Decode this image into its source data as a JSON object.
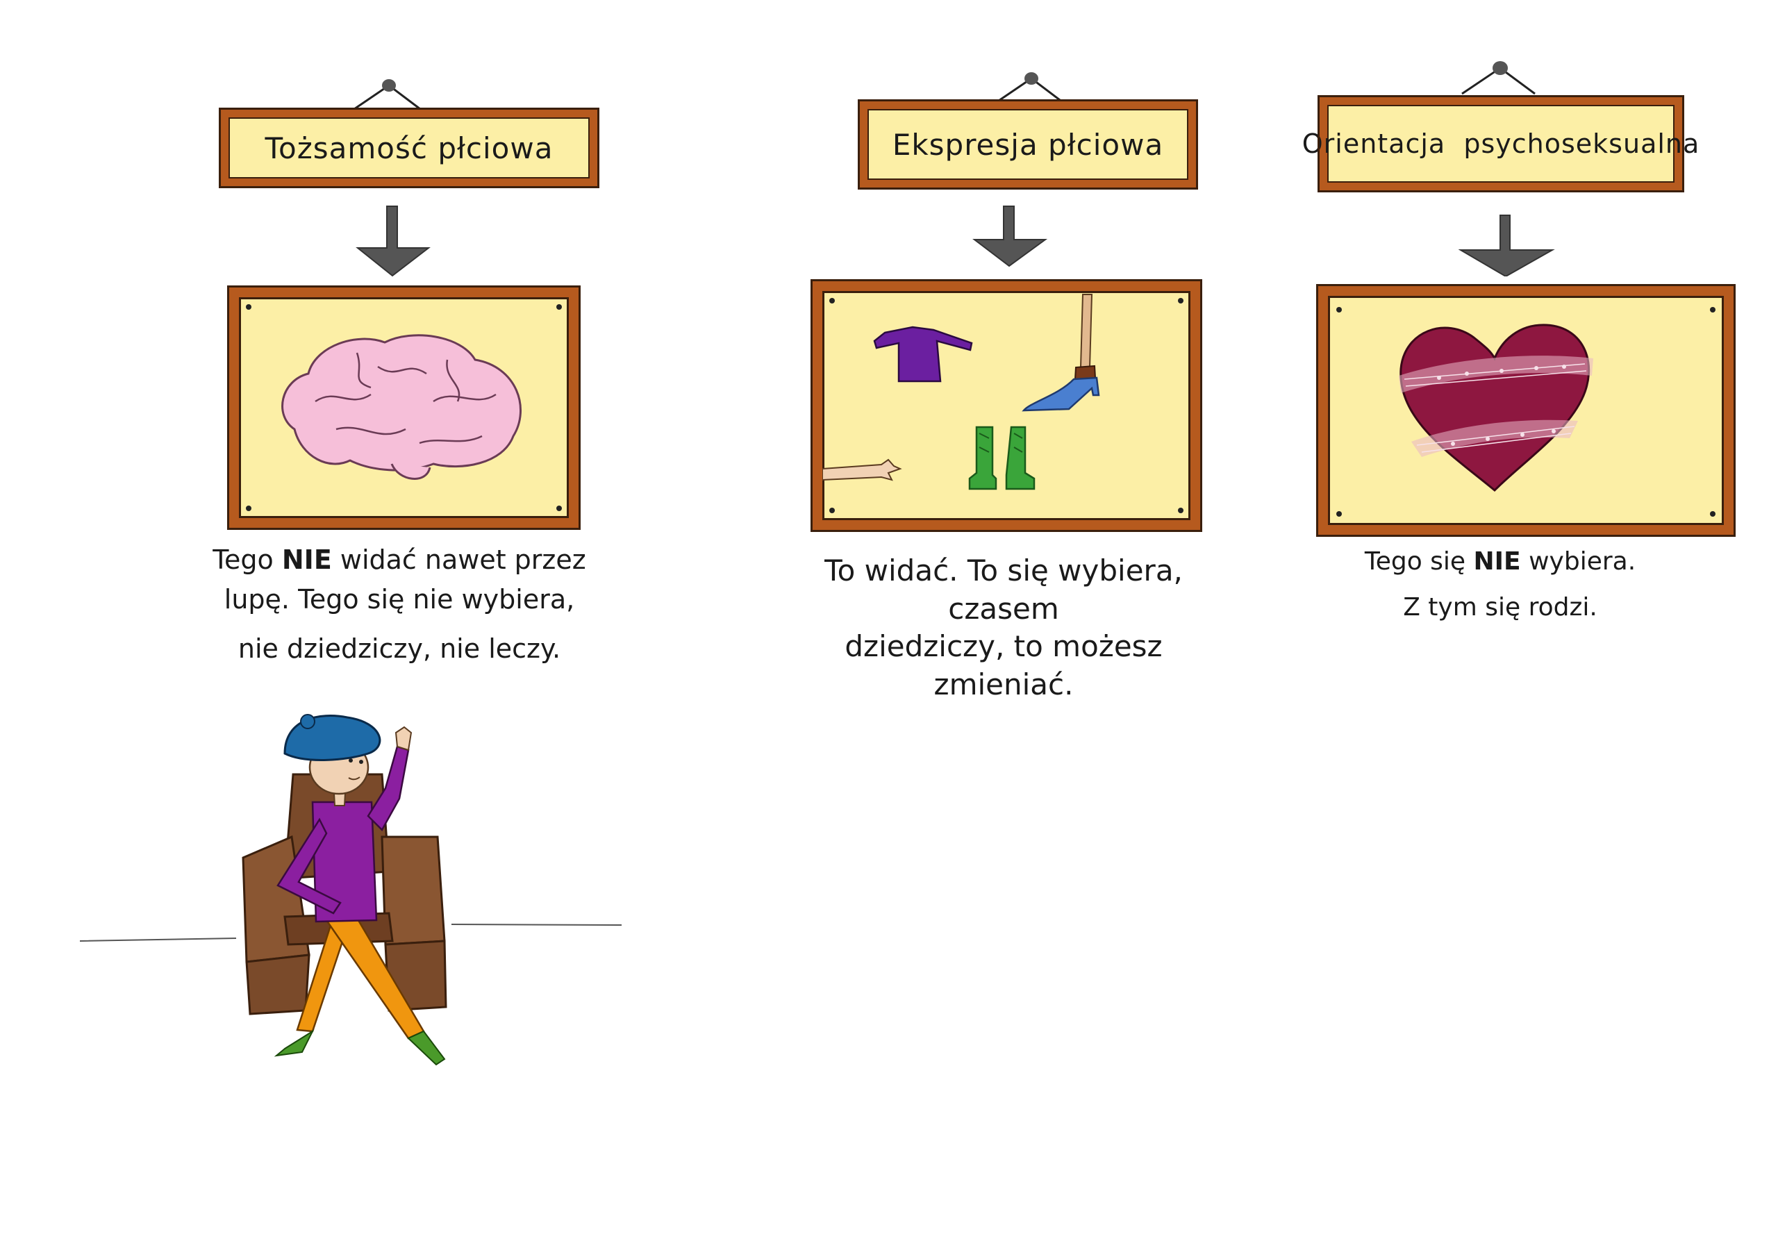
{
  "cards": [
    {
      "title": "Tożsamość płciowa",
      "illustration": "brain-icon",
      "caption_parts": [
        "Tego ",
        "NIE",
        " widać nawet przez",
        "lupę. Tego się nie wybiera,",
        "nie dziedziczy, nie leczy."
      ]
    },
    {
      "title": "Ekspresja płciowa",
      "illustration": "clothing-items-icon",
      "caption_lines": [
        "To widać. To się wybiera, czasem",
        "dziedziczy, to możesz zmieniać."
      ]
    },
    {
      "title": "Orientacja  psychoseksualna",
      "illustration": "heart-icon",
      "caption_parts": [
        "Tego się ",
        "NIE",
        " wybiera.",
        "Z tym się rodzi."
      ]
    }
  ],
  "colors": {
    "frame": "#b65a1e",
    "panel_bg": "#fcefa6",
    "arrow": "#555555",
    "brain": "#f6bfd9",
    "heart": "#8e1740",
    "shirt": "#6b1fa0",
    "boots": "#3aa53a"
  },
  "character": "person-in-armchair-icon"
}
